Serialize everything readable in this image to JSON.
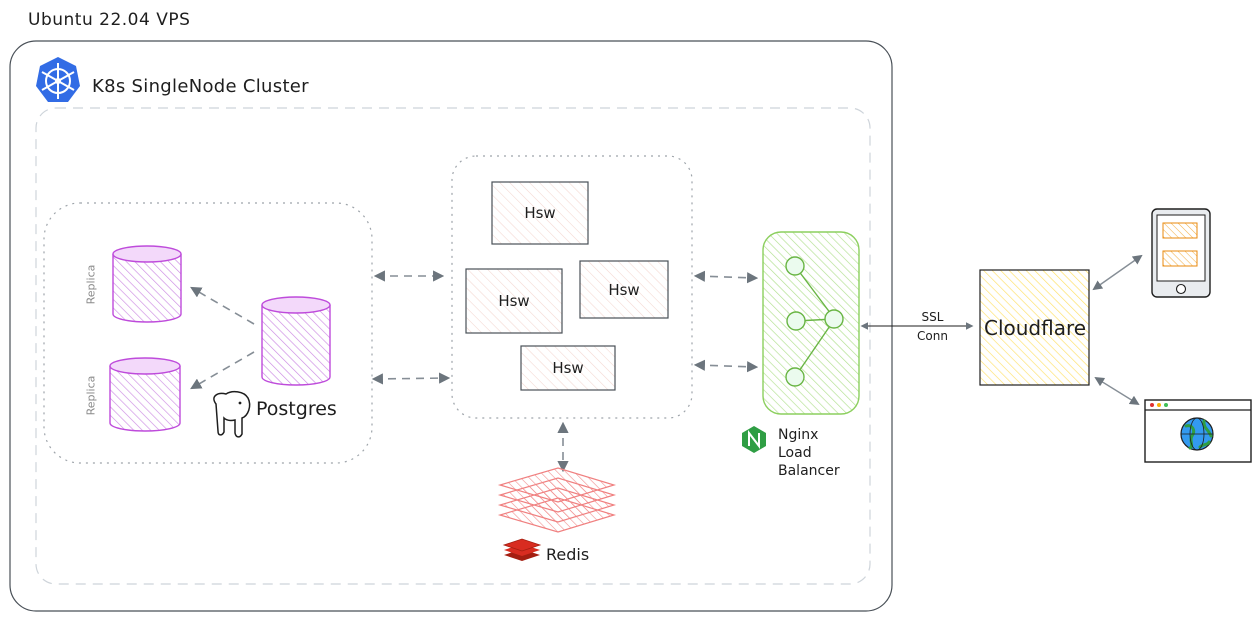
{
  "vps": {
    "title": "Ubuntu 22.04 VPS"
  },
  "cluster": {
    "title": "K8s SingleNode Cluster"
  },
  "services": [
    {
      "label": "Hsw"
    },
    {
      "label": "Hsw"
    },
    {
      "label": "Hsw"
    },
    {
      "label": "Hsw"
    }
  ],
  "database": {
    "primary_label": "Postgres",
    "replicas": [
      {
        "label": "Replica"
      },
      {
        "label": "Replica"
      }
    ]
  },
  "cache": {
    "label": "Redis"
  },
  "load_balancer": {
    "label": "Nginx\nLoad\nBalancer"
  },
  "connection": {
    "label": "SSL\nConn"
  },
  "cdn": {
    "label": "Cloudflare"
  },
  "clients": [
    {
      "icon": "mobile-device-icon"
    },
    {
      "icon": "web-browser-icon"
    }
  ],
  "colors": {
    "postgres": "#be4bdb",
    "redis": "#e03131",
    "nginx": "#40c057",
    "cloudflare": "#fab005",
    "kubernetes": "#326ce5",
    "arrow": "#868e96"
  }
}
